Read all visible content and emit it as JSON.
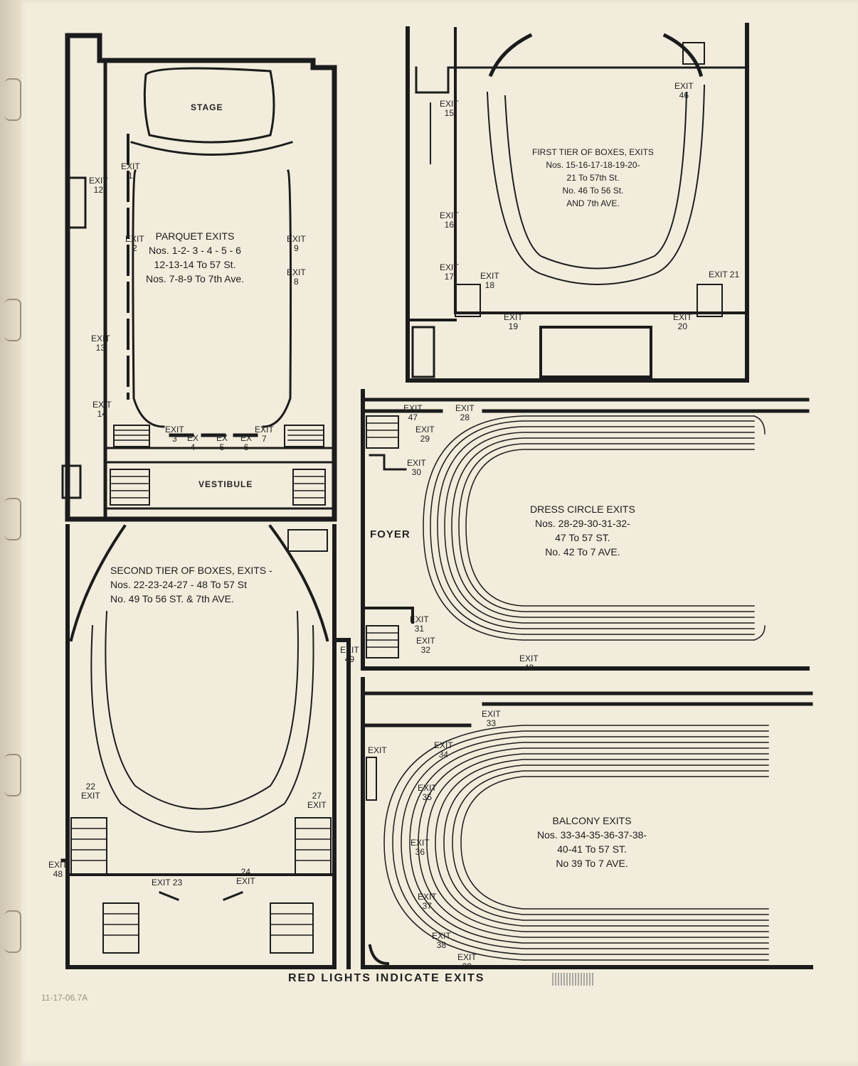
{
  "labels": {
    "stage": "STAGE",
    "vestibule": "VESTIBULE",
    "foyer": "FOYER",
    "exit_1": "EXIT\n1",
    "exit_2": "EXIT\n2",
    "exit_9": "EXIT\n9",
    "exit_8": "EXIT\n8",
    "exit_12": "EXIT\n12",
    "exit_13": "EXIT\n13",
    "exit_14": "EXIT\n14",
    "exit_3": "EXIT\n3",
    "exit_4": "EX\n4",
    "exit_5": "EX\n5",
    "exit_6": "EX\n6",
    "exit_7": "EXIT\n7",
    "exit_15": "EXIT\n15",
    "exit_16": "EXIT\n16",
    "exit_17": "EXIT\n17",
    "exit_18": "EXIT\n18",
    "exit_19": "EXIT\n19",
    "exit_20": "EXIT\n20",
    "exit_21": "EXIT 21",
    "exit_46": "EXIT\n46",
    "exit_47": "EXIT\n47",
    "exit_28": "EXIT\n28",
    "exit_29": "EXIT\n29",
    "exit_30": "EXIT\n30",
    "exit_31": "EXIT\n31",
    "exit_32": "EXIT\n32",
    "exit_42": "EXIT\n42",
    "exit_49": "EXIT\n49",
    "exit_22": "22\nEXIT",
    "exit_27": "27\nEXIT",
    "exit_48": "EXIT\n48",
    "exit_23": "EXIT 23",
    "exit_24": "24\nEXIT",
    "exit_33": "EXIT\n33",
    "exit_balcony": "EXIT",
    "exit_34": "EXIT\n34",
    "exit_35": "EXIT\n35",
    "exit_36": "EXIT\n36",
    "exit_37": "EXIT\n37",
    "exit_38": "EXIT\n38",
    "exit_39": "EXIT\n39"
  },
  "captions": {
    "parquet": "PARQUET EXITS\nNos. 1-2- 3 - 4 - 5 - 6\n12-13-14 To 57 St.\nNos. 7-8-9 To 7th Ave.",
    "first_tier": "FIRST TIER OF BOXES, EXITS\nNos. 15-16-17-18-19-20-\n21 To 57th St.\nNo. 46 To 56 St.\nAND 7th AVE.",
    "second_tier": "SECOND TIER OF BOXES, EXITS -\nNos. 22-23-24-27 - 48 To 57 St\nNo. 49 To 56 ST. & 7th AVE.",
    "dress_circle": "DRESS CIRCLE EXITS\nNos. 28-29-30-31-32-\n47 To 57 ST.\nNo. 42 To 7 AVE.",
    "balcony": "BALCONY EXITS\nNos. 33-34-35-36-37-38-\n40-41 To 57 ST.\nNo 39 To 7 AVE."
  },
  "footer": "RED LIGHTS INDICATE EXITS",
  "pencil_note": "11-17-06.7A"
}
